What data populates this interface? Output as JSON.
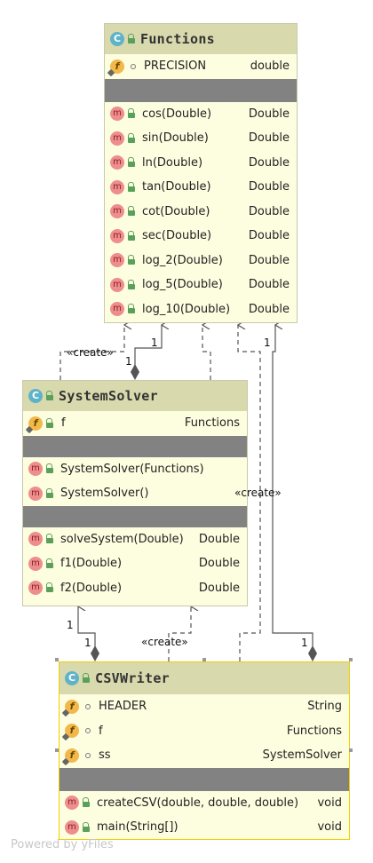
{
  "classes": {
    "functions": {
      "name": "Functions",
      "fields": [
        {
          "name": "PRECISION",
          "type": "double"
        }
      ],
      "methods": [
        {
          "name": "cos(Double)",
          "type": "Double"
        },
        {
          "name": "sin(Double)",
          "type": "Double"
        },
        {
          "name": "ln(Double)",
          "type": "Double"
        },
        {
          "name": "tan(Double)",
          "type": "Double"
        },
        {
          "name": "cot(Double)",
          "type": "Double"
        },
        {
          "name": "sec(Double)",
          "type": "Double"
        },
        {
          "name": "log_2(Double)",
          "type": "Double"
        },
        {
          "name": "log_5(Double)",
          "type": "Double"
        },
        {
          "name": "log_10(Double)",
          "type": "Double"
        }
      ]
    },
    "system_solver": {
      "name": "SystemSolver",
      "fields": [
        {
          "name": "f",
          "type": "Functions"
        }
      ],
      "constructors": [
        {
          "name": "SystemSolver(Functions)"
        },
        {
          "name": "SystemSolver()"
        }
      ],
      "methods": [
        {
          "name": "solveSystem(Double)",
          "type": "Double"
        },
        {
          "name": "f1(Double)",
          "type": "Double"
        },
        {
          "name": "f2(Double)",
          "type": "Double"
        }
      ]
    },
    "csv_writer": {
      "name": "CSVWriter",
      "fields": [
        {
          "name": "HEADER",
          "type": "String"
        },
        {
          "name": "f",
          "type": "Functions"
        },
        {
          "name": "ss",
          "type": "SystemSolver"
        }
      ],
      "methods": [
        {
          "name": "createCSV(double, double, double)",
          "type": "void"
        },
        {
          "name": "main(String[])",
          "type": "void"
        }
      ]
    }
  },
  "labels": {
    "create_1": "«create»",
    "create_2": "«create»",
    "create_3": "«create»",
    "mult_ss_fn": "1",
    "mult_ss_fn_2": "1",
    "mult_csv_fn": "1",
    "mult_csv_fn_2": "1",
    "mult_csv_ss": "1",
    "mult_csv_ss_2": "1"
  },
  "icons": {
    "class": "C",
    "field": "f",
    "method": "m"
  },
  "footer": "Powered by yFiles"
}
